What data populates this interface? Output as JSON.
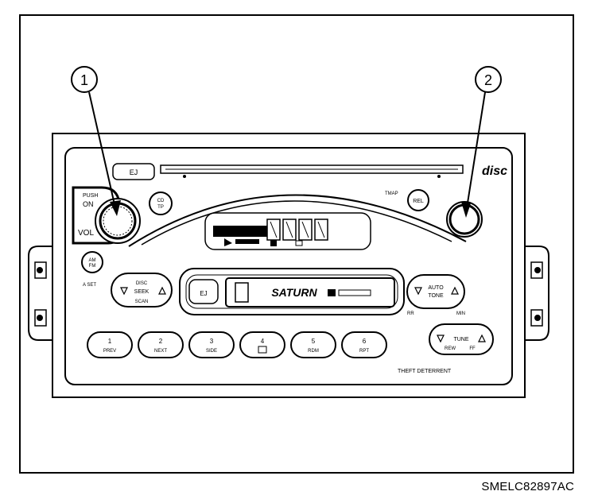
{
  "callouts": [
    {
      "number": "1"
    },
    {
      "number": "2"
    }
  ],
  "figure_id": "SMELC82897AC",
  "radio": {
    "vol_knob": {
      "push": "PUSH",
      "on": "ON",
      "vol": "VOL"
    },
    "cd_button": {
      "line1": "CD",
      "line2": "TP"
    },
    "rel_button": "REL",
    "tmap_label": "TMAP",
    "am_fm_button": {
      "line1": "AM",
      "line2": "FM"
    },
    "aset_label": "A SET",
    "seek": {
      "top": "DISC",
      "middle": "SEEK",
      "bottom": "SCAN"
    },
    "eject_button": "EJ",
    "cassette_brand": "SATURN",
    "auto_tone": {
      "line1": "AUTO",
      "line2": "TONE"
    },
    "under_auto_left": "RR",
    "under_auto_right": "MIN",
    "tune": {
      "label": "TUNE",
      "left": "REW",
      "right": "FF"
    },
    "presets": [
      {
        "num": "1",
        "label": "PREV"
      },
      {
        "num": "2",
        "label": "NEXT"
      },
      {
        "num": "3",
        "label": "SIDE"
      },
      {
        "num": "4",
        "label": ""
      },
      {
        "num": "5",
        "label": "RDM"
      },
      {
        "num": "6",
        "label": "RPT"
      }
    ],
    "theft_label": "THEFT DETERRENT",
    "cd_slot_button": "EJ",
    "disc_logo": "disc"
  }
}
